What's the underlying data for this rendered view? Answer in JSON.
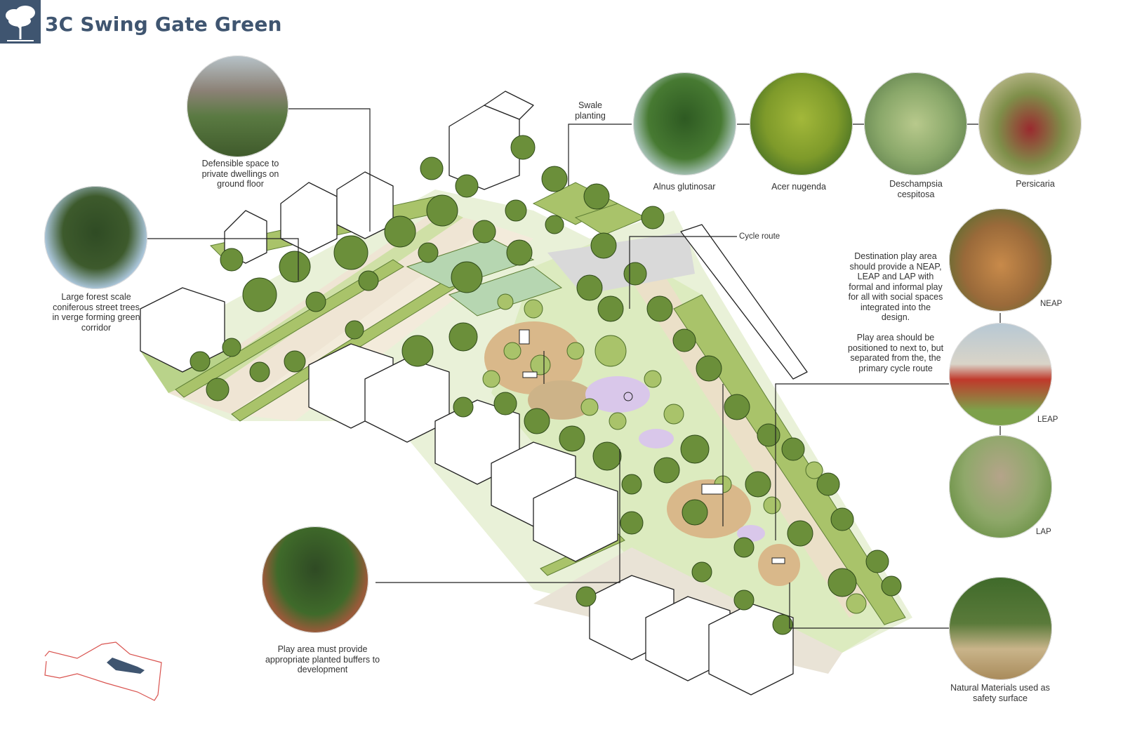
{
  "header": {
    "title": "3C Swing Gate Green",
    "logo_icon": "tree-logo-icon"
  },
  "colors": {
    "brand": "#3f5570",
    "tree_dark": "#6b8f3a",
    "tree_light": "#a9c36a",
    "path": "#efe5d4",
    "play_surface": "#d9b88a",
    "purple_surface": "#d9c7ea",
    "lawn": "#dcebbf",
    "leader_line": "#222222"
  },
  "annotations": {
    "defensible": "Defensible space to private dwellings on ground floor",
    "forest_trees": "Large forest scale coniferous street trees in verge forming green corridor",
    "swale": "Swale planting",
    "cycle_route": "Cycle route",
    "play_buffers": "Play area must provide appropriate planted buffers to development",
    "destination": "Destination play area should provide a NEAP, LEAP and LAP with formal and informal play for all with social spaces integrated into the design.",
    "play_position": "Play area should be positioned to next to, but separated from the, the primary cycle route",
    "natural_materials": "Natural Materials used as safety surface"
  },
  "species": [
    {
      "label": "Alnus glutinosar",
      "icon": "alder-tree-photo"
    },
    {
      "label": "Acer nugenda",
      "icon": "maple-tree-photo"
    },
    {
      "label": "Deschampsia cespitosa",
      "icon": "grass-photo"
    },
    {
      "label": "Persicaria",
      "icon": "persicaria-photo"
    }
  ],
  "play_types": [
    {
      "label": "NEAP",
      "icon": "neap-photo"
    },
    {
      "label": "LEAP",
      "icon": "leap-photo"
    },
    {
      "label": "LAP",
      "icon": "lap-photo"
    }
  ]
}
